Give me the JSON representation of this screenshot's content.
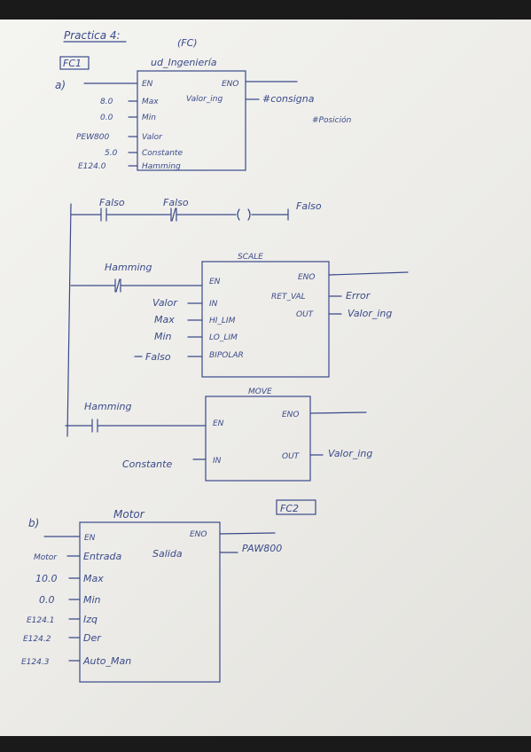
{
  "header": {
    "title": "Practica 4:",
    "subtitle": "(FC)"
  },
  "fc1": {
    "tag": "FC1",
    "section": "a)",
    "block_title": "ud_Ingeniería",
    "pins_left": [
      "EN",
      "Max",
      "Min",
      "Valor",
      "Constante",
      "Hamming"
    ],
    "inputs_left": [
      "8.0",
      "0.0",
      "PEW800",
      "5.0",
      "E124.0"
    ],
    "pin_eno": "ENO",
    "pin_out": "Valor_ing",
    "out_var": "#consigna",
    "extra_var": "#Posición"
  },
  "rung1": {
    "contact1": "Falso",
    "contact2": "Falso",
    "coil": "Falso"
  },
  "scale": {
    "title": "SCALE",
    "contact": "Hamming",
    "pin_en": "EN",
    "pin_eno": "ENO",
    "pins_in": [
      "IN",
      "HI_LIM",
      "LO_LIM",
      "BIPOLAR"
    ],
    "vals_in": [
      "Valor",
      "Max",
      "Min",
      "Falso"
    ],
    "pins_out": [
      "RET_VAL",
      "OUT"
    ],
    "vals_out": [
      "Error",
      "Valor_ing"
    ]
  },
  "move": {
    "title": "MOVE",
    "contact": "Hamming",
    "pin_en": "EN",
    "pin_eno": "ENO",
    "pin_in": "IN",
    "val_in": "Constante",
    "pin_out": "OUT",
    "val_out": "Valor_ing"
  },
  "fc2": {
    "section": "b)",
    "tag": "FC2",
    "block_title": "Motor",
    "pin_en": "EN",
    "pin_eno": "ENO",
    "pins_left": [
      "Entrada",
      "Max",
      "Min",
      "Izq",
      "Der",
      "Auto_Man"
    ],
    "inputs_left": [
      "Motor",
      "10.0",
      "0.0",
      "E124.1",
      "E124.2",
      "E124.3"
    ],
    "pin_out": "Salida",
    "out_var": "PAW800"
  },
  "colors": {
    "ink": "#3a4a8a",
    "paper": "#f1f0ec"
  }
}
